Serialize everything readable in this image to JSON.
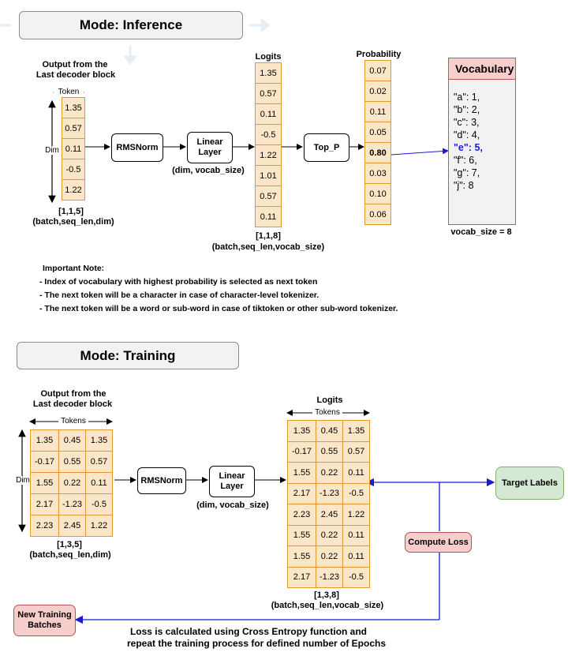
{
  "inference": {
    "mode_title": "Mode: Inference",
    "input_caption_line1": "Output from the",
    "input_caption_line2": "Last decoder block",
    "token_label": "Token",
    "dim_label": "Dim",
    "input_values": [
      "1.35",
      "0.57",
      "0.11",
      "-0.5",
      "1.22"
    ],
    "input_shape": "[1,1,5]",
    "input_shape_desc": "(batch,seq_len,dim)",
    "rmsnorm_label": "RMSNorm",
    "linear_label_line1": "Linear",
    "linear_label_line2": "Layer",
    "linear_caption": "(dim, vocab_size)",
    "logits_title": "Logits",
    "logits_values": [
      "1.35",
      "0.57",
      "0.11",
      "-0.5",
      "1.22",
      "1.01",
      "0.57",
      "0.11"
    ],
    "logits_shape": "[1,1,8]",
    "logits_shape_desc": "(batch,seq_len,vocab_size)",
    "top_p_label": "Top_P",
    "probability_title": "Probability",
    "probability_values": [
      "0.07",
      "0.02",
      "0.11",
      "0.05",
      "0.80",
      "0.03",
      "0.10",
      "0.06"
    ],
    "vocab_title": "Vocabulary",
    "vocab_entries": [
      "\"a\": 1,",
      "\"b\": 2,",
      "\"c\": 3,",
      "\"d\": 4,",
      "\"e\": 5,",
      "\"f\": 6,",
      "\"g\": 7,",
      "\"j\": 8"
    ],
    "vocab_size": "vocab_size = 8",
    "note_title": "Important Note:",
    "note_lines": [
      "- Index of vocabulary with highest probability is selected as next token",
      "- The next token will be a character in case of character-level tokenizer.",
      "- The next token will be a word or sub-word in case of tiktoken or other sub-word tokenizer."
    ]
  },
  "training": {
    "mode_title": "Mode: Training",
    "input_caption_line1": "Output from the",
    "input_caption_line2": "Last decoder block",
    "tokens_label": "Tokens",
    "dim_label": "Dim",
    "input_matrix": [
      [
        "1.35",
        "0.45",
        "1.35"
      ],
      [
        "-0.17",
        "0.55",
        "0.57"
      ],
      [
        "1.55",
        "0.22",
        "0.11"
      ],
      [
        "2.17",
        "-1.23",
        "-0.5"
      ],
      [
        "2.23",
        "2.45",
        "1.22"
      ]
    ],
    "input_shape": "[1,3,5]",
    "input_shape_desc": "(batch,seq_len,dim)",
    "rmsnorm_label": "RMSNorm",
    "linear_label_line1": "Linear",
    "linear_label_line2": "Layer",
    "linear_caption": "(dim, vocab_size)",
    "logits_title": "Logits",
    "logits_tokens_label": "Tokens",
    "logits_matrix": [
      [
        "1.35",
        "0.45",
        "1.35"
      ],
      [
        "-0.17",
        "0.55",
        "0.57"
      ],
      [
        "1.55",
        "0.22",
        "0.11"
      ],
      [
        "2.17",
        "-1.23",
        "-0.5"
      ],
      [
        "2.23",
        "2.45",
        "1.22"
      ],
      [
        "1.55",
        "0.22",
        "0.11"
      ],
      [
        "1.55",
        "0.22",
        "0.11"
      ],
      [
        "2.17",
        "-1.23",
        "-0.5"
      ]
    ],
    "logits_shape": "[1,3,8]",
    "logits_shape_desc": "(batch,seq_len,vocab_size)",
    "target_labels": "Target Labels",
    "compute_loss": "Compute Loss",
    "new_batches_line1": "New Training",
    "new_batches_line2": "Batches",
    "loss_note_line1": "Loss is calculated using Cross Entropy function and",
    "loss_note_line2": "repeat the training process for defined number of Epochs"
  },
  "colors": {
    "cell_fill": "#fce6c8",
    "cell_border": "#e19a33",
    "arrow_blue": "#1a1ad6",
    "target_green": "#d5e8d4",
    "loss_red": "#f8cecc"
  }
}
